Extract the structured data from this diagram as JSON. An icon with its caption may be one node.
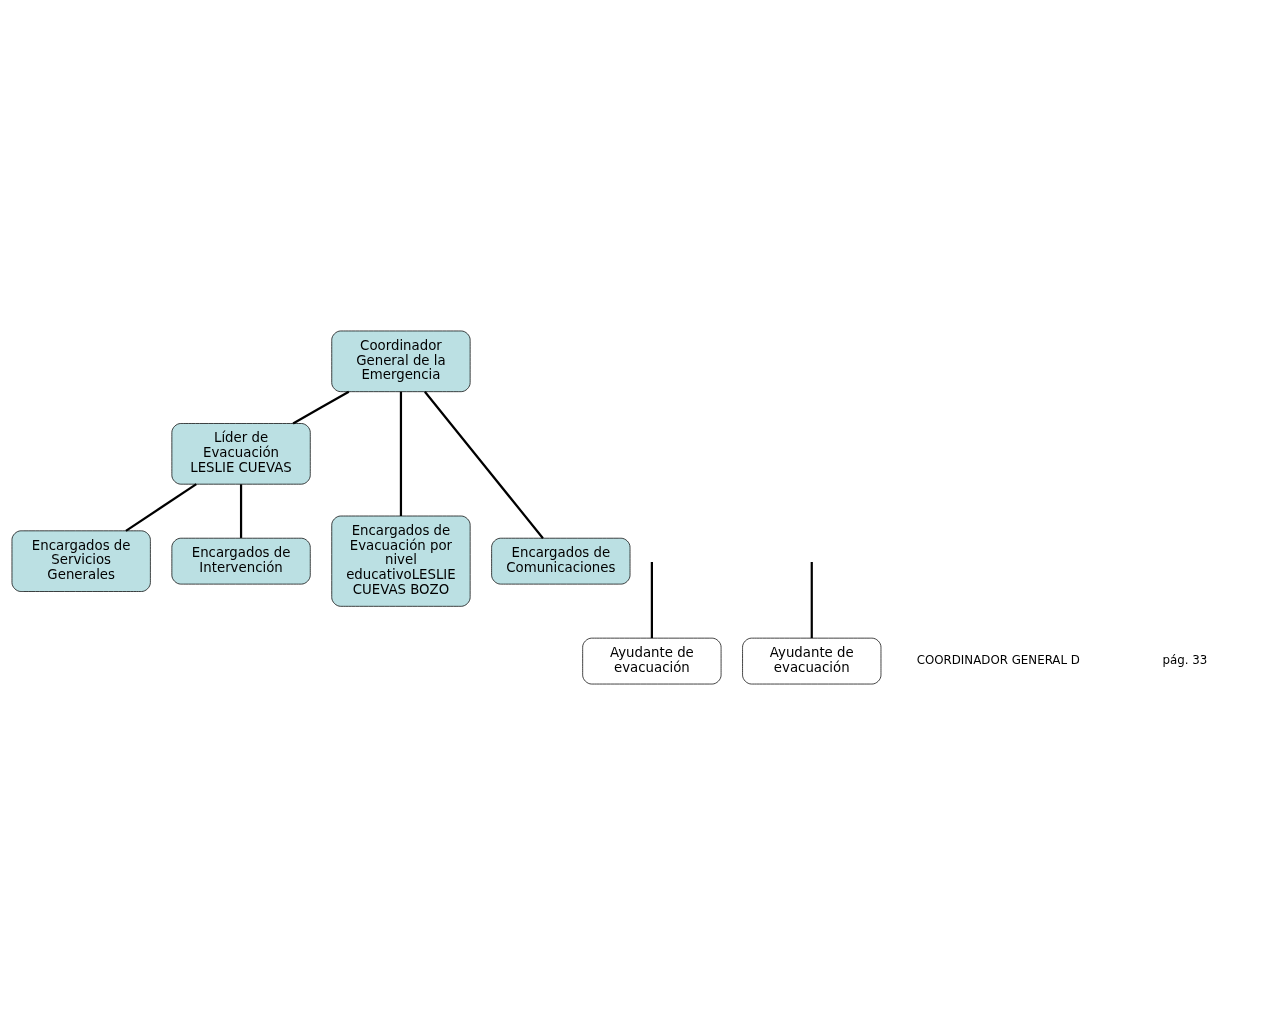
{
  "diagram": {
    "nodes": [
      {
        "text": [
          "Coordinador General de la Emergencia"
        ]
      },
      {
        "text": [
          "Líder de Evacuación",
          "LESLIE CUEVAS"
        ]
      },
      {
        "text": [
          "Encargados de Evacuación por nivel educativoLESLIE CUEVAS BOZO"
        ]
      },
      {
        "text": [
          "Encargados de Comunicaciones"
        ]
      },
      {
        "text": [
          "Encargados de Servicios Generales"
        ]
      },
      {
        "text": [
          "Encargados de Intervención"
        ]
      },
      {
        "text": [
          "Ayudante de evacuación"
        ]
      },
      {
        "text": [
          "Ayudante de evacuación"
        ]
      }
    ],
    "edges": [
      {
        "from": 0,
        "to": 1,
        "arrow": "none"
      },
      {
        "from": 0,
        "to": 2,
        "arrow": "none"
      },
      {
        "from": 0,
        "to": 3,
        "arrow": "none"
      },
      {
        "from": 1,
        "to": 4,
        "arrow": "none"
      },
      {
        "from": 1,
        "to": 5,
        "arrow": "none"
      },
      {
        "from": null,
        "to": 6,
        "arrow": "none"
      },
      {
        "from": null,
        "to": 7,
        "arrow": "none"
      }
    ],
    "labels": [
      "COORDINADOR GENERAL D",
      "pág. 33"
    ]
  }
}
